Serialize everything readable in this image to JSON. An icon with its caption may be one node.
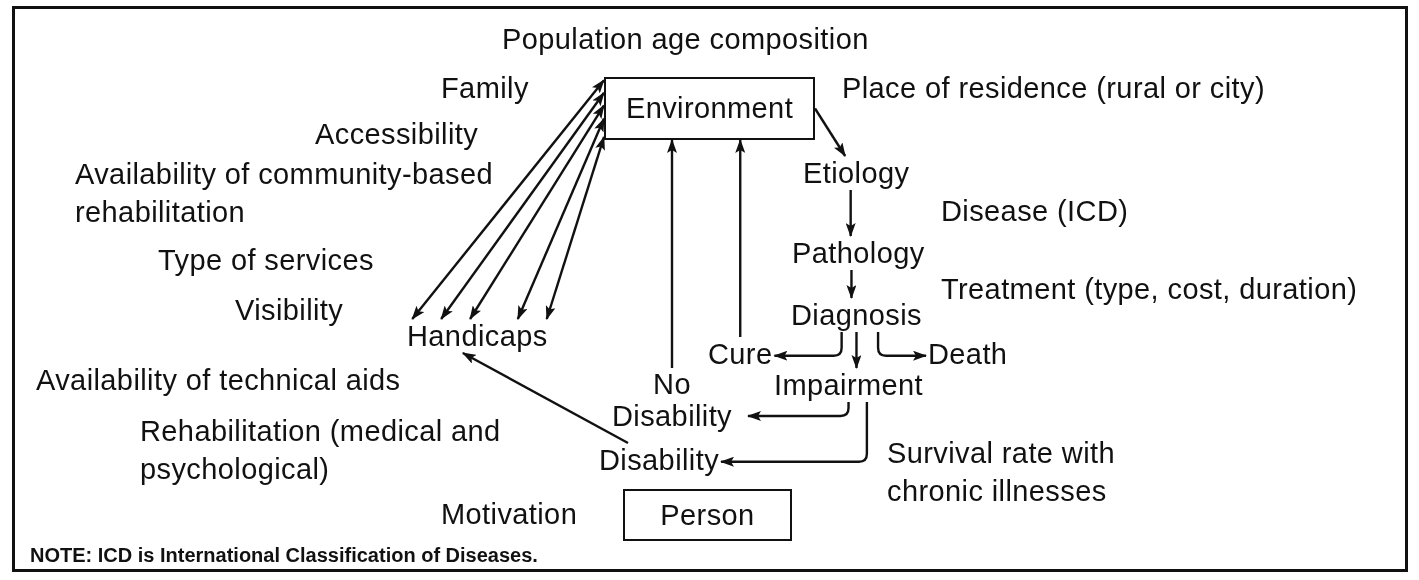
{
  "diagram": {
    "caption": "NOTE: ICD is International Classification of Diseases.",
    "nodes": [
      {
        "text": [
          "Environment"
        ]
      },
      {
        "text": [
          "Etiology"
        ]
      },
      {
        "text": [
          "Pathology"
        ]
      },
      {
        "text": [
          "Diagnosis"
        ]
      },
      {
        "text": [
          "Cure"
        ]
      },
      {
        "text": [
          "Death"
        ]
      },
      {
        "text": [
          "Impairment"
        ]
      },
      {
        "text": [
          "No Disability"
        ]
      },
      {
        "text": [
          "Disability"
        ]
      },
      {
        "text": [
          "Handicaps"
        ]
      },
      {
        "text": [
          "Person"
        ]
      }
    ],
    "edges": [
      {
        "from": 0,
        "to": 1,
        "arrow": "to"
      },
      {
        "from": 1,
        "to": 2,
        "arrow": "to"
      },
      {
        "from": 2,
        "to": 3,
        "arrow": "to"
      },
      {
        "from": 3,
        "to": 4,
        "arrow": "to"
      },
      {
        "from": 3,
        "to": 6,
        "arrow": "to"
      },
      {
        "from": 3,
        "to": 5,
        "arrow": "to"
      },
      {
        "from": 6,
        "to": 7,
        "arrow": "to"
      },
      {
        "from": 6,
        "to": 8,
        "arrow": "to"
      },
      {
        "from": 7,
        "to": 0,
        "arrow": "to"
      },
      {
        "from": 4,
        "to": 0,
        "arrow": "to"
      },
      {
        "from": 8,
        "to": 9,
        "arrow": "to"
      },
      {
        "from": 9,
        "to": 0,
        "arrow": "both"
      },
      {
        "from": 9,
        "to": 0,
        "arrow": "both"
      },
      {
        "from": 9,
        "to": 0,
        "arrow": "both"
      },
      {
        "from": 9,
        "to": 0,
        "arrow": "both"
      },
      {
        "from": 9,
        "to": 0,
        "arrow": "both"
      }
    ],
    "labels": [
      "Population age composition",
      "Family",
      "Place of residence (rural or city)",
      "Accessibility",
      "Availability of community-based rehabilitation",
      "Disease (ICD)",
      "Type of services",
      "Treatment (type, cost, duration)",
      "Visibility",
      "Availability of technical aids",
      "Rehabilitation (medical and psychological)",
      "Survival rate with chronic illnesses",
      "Motivation"
    ]
  }
}
